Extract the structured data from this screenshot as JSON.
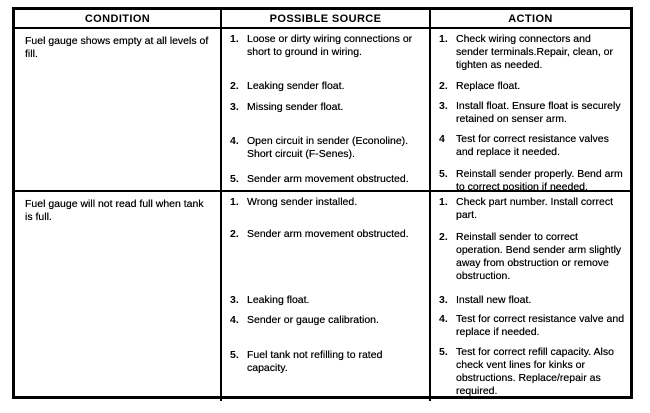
{
  "table": {
    "headers": [
      "CONDITION",
      "POSSIBLE SOURCE",
      "ACTION"
    ],
    "rows": [
      {
        "condition": "Fuel gauge shows empty at all levels of fill.",
        "sources": [
          {
            "num": "1.",
            "text": "Loose or dirty wiring connections or short to ground in wiring."
          },
          {
            "num": "2.",
            "text": "Leaking sender float."
          },
          {
            "num": "3.",
            "text": "Missing sender float."
          },
          {
            "num": "4.",
            "text": "Open circuit in sender (Econoline). Short circuit (F-Senes)."
          },
          {
            "num": "5.",
            "text": "Sender arm movement obstructed."
          }
        ],
        "actions": [
          {
            "num": "1.",
            "text": "Check wiring connectors and sender terminals.Repair, clean, or tighten as needed."
          },
          {
            "num": "2.",
            "text": "Replace float."
          },
          {
            "num": "3.",
            "text": "Install float. Ensure float is securely retained on senser arm."
          },
          {
            "num": "4",
            "text": "Test for correct resistance valves and replace it needed."
          },
          {
            "num": "5.",
            "text": "Reinstall sender properly. Bend arm to correct position if needed."
          }
        ]
      },
      {
        "condition": "Fuel gauge will not read full when tank is full.",
        "sources": [
          {
            "num": "1.",
            "text": "Wrong sender installed."
          },
          {
            "num": "2.",
            "text": "Sender arm movement obstructed."
          },
          {
            "num": "3.",
            "text": "Leaking float."
          },
          {
            "num": "4.",
            "text": "Sender or gauge calibration."
          },
          {
            "num": "5.",
            "text": "Fuel tank not refilling to rated capacity."
          }
        ],
        "actions": [
          {
            "num": "1.",
            "text": "Check part number. Install correct part."
          },
          {
            "num": "2.",
            "text": "Reinstall sender to correct operation. Bend sender arm slightly away from obstruction or remove obstruction."
          },
          {
            "num": "3.",
            "text": "Install new float."
          },
          {
            "num": "4.",
            "text": "Test for correct resistance valve and replace if needed."
          },
          {
            "num": "5.",
            "text": "Test for correct refill capacity. Also check vent lines for kinks or obstructions. Replace/repair as required."
          }
        ]
      }
    ]
  }
}
